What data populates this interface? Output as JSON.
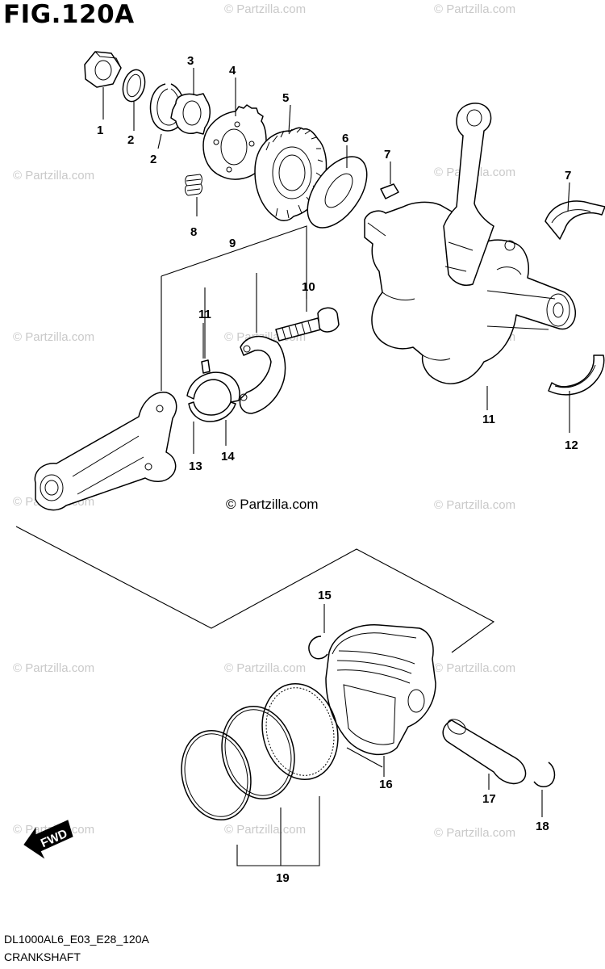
{
  "figure_title": "FIG.120A",
  "copyright": "© Partzilla.com",
  "watermark": "© Partzilla.com",
  "direction_arrow_label": "FWD",
  "callouts": [
    "1",
    "2",
    "2",
    "3",
    "4",
    "5",
    "6",
    "7",
    "7",
    "8",
    "9",
    "10",
    "11",
    "11",
    "12",
    "13",
    "14",
    "15",
    "16",
    "17",
    "18",
    "19"
  ],
  "parts": [
    {
      "no": "1",
      "icon": "crankshaft-icon"
    },
    {
      "no": "2",
      "icon": "crank-bearing-icon"
    },
    {
      "no": "3",
      "icon": "thrust-washer-icon"
    },
    {
      "no": "4",
      "icon": "connecting-rod-icon"
    },
    {
      "no": "5",
      "icon": "conrod-bolt-icon"
    },
    {
      "no": "6",
      "icon": "dowel-pin-icon"
    },
    {
      "no": "7",
      "icon": "conrod-bearing-icon"
    },
    {
      "no": "8",
      "icon": "piston-icon"
    },
    {
      "no": "9",
      "icon": "piston-ring-set-icon"
    },
    {
      "no": "10",
      "icon": "piston-pin-icon"
    },
    {
      "no": "11",
      "icon": "circlip-icon"
    },
    {
      "no": "12",
      "icon": "primary-drive-gear-icon"
    },
    {
      "no": "13",
      "icon": "scissors-gear-icon"
    },
    {
      "no": "14",
      "icon": "lock-washer-icon"
    },
    {
      "no": "15",
      "icon": "circlip-icon"
    },
    {
      "no": "16",
      "icon": "spring-icon"
    },
    {
      "no": "17",
      "icon": "nut-icon"
    },
    {
      "no": "18",
      "icon": "washer-icon"
    },
    {
      "no": "19",
      "icon": "key-icon"
    }
  ],
  "footer": {
    "code": "DL1000AL6_E03_E28_120A",
    "caption": "CRANKSHAFT"
  }
}
